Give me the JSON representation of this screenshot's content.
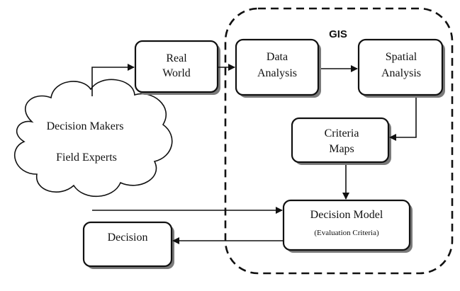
{
  "gis_label": "GIS",
  "nodes": {
    "real_world": [
      "Real",
      "World"
    ],
    "data_analysis": [
      "Data",
      "Analysis"
    ],
    "spatial_analysis": [
      "Spatial",
      "Analysis"
    ],
    "criteria_maps": [
      "Criteria",
      "Maps"
    ],
    "decision_model": [
      "Decision Model",
      "(Evaluation Criteria)"
    ],
    "decision": [
      "Decision"
    ],
    "stakeholders": [
      "Decision Makers",
      "Field Experts"
    ]
  },
  "edges": [
    {
      "from": "stakeholders",
      "to": "real_world"
    },
    {
      "from": "real_world",
      "to": "data_analysis"
    },
    {
      "from": "data_analysis",
      "to": "spatial_analysis"
    },
    {
      "from": "spatial_analysis",
      "to": "criteria_maps"
    },
    {
      "from": "criteria_maps",
      "to": "decision_model"
    },
    {
      "from": "stakeholders",
      "to": "decision_model"
    },
    {
      "from": "decision_model",
      "to": "decision"
    }
  ]
}
